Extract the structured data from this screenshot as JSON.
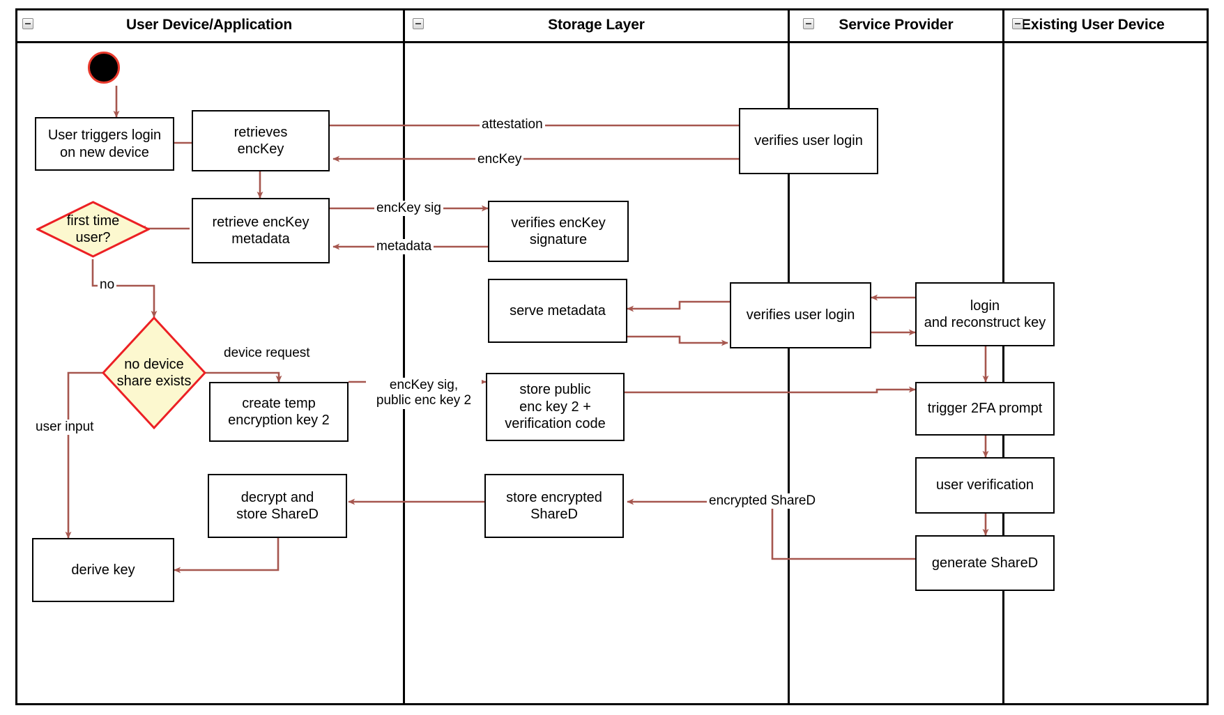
{
  "diagram": {
    "type": "uml-activity-swimlane",
    "accent_color": "#a6564e",
    "decision_fill": "#fcf8cf",
    "decision_stroke": "#ec2024",
    "node_stroke": "#000000",
    "background": "#ffffff"
  },
  "lanes": [
    {
      "id": "user-device",
      "title": "User Device/Application"
    },
    {
      "id": "storage-layer",
      "title": "Storage Layer"
    },
    {
      "id": "service-provider",
      "title": "Service Provider"
    },
    {
      "id": "existing-user-device",
      "title": "Existing User Device"
    }
  ],
  "nodes": {
    "start": {
      "label": "",
      "icon": "start-node"
    },
    "user_triggers_login": {
      "label": "User triggers login\non new device"
    },
    "retrieves_enckey": {
      "label": "retrieves\nencKey"
    },
    "retrieve_enckey_metadata": {
      "label": "retrieve encKey\nmetadata"
    },
    "first_time_user": {
      "label": "first time\nuser?"
    },
    "no_device_share_exists": {
      "label": "no device\nshare exists"
    },
    "create_temp_encryption_key_2": {
      "label": "create temp\nencryption key 2"
    },
    "decrypt_and_store_shared": {
      "label": "decrypt and\nstore ShareD"
    },
    "derive_key": {
      "label": "derive key"
    },
    "verifies_enckey_signature": {
      "label": "verifies encKey\nsignature"
    },
    "serve_metadata": {
      "label": "serve metadata"
    },
    "store_public_enc_key_2": {
      "label": "store public\nenc key 2 +\nverification code"
    },
    "store_encrypted_shared": {
      "label": "store encrypted\nShareD"
    },
    "verifies_user_login_top": {
      "label": "verifies user login"
    },
    "verifies_user_login_mid": {
      "label": "verifies user login"
    },
    "login_and_reconstruct_key": {
      "label": "login\nand reconstruct key"
    },
    "trigger_2fa_prompt": {
      "label": "trigger 2FA prompt"
    },
    "user_verification": {
      "label": "user verification"
    },
    "generate_shared": {
      "label": "generate ShareD"
    }
  },
  "edge_labels": {
    "attestation": "attestation",
    "enckey": "encKey",
    "enckey_sig": "encKey sig",
    "metadata": "metadata",
    "no": "no",
    "device_request": "device request",
    "user_input": "user input",
    "enckey_sig_public_enc_key_2": "encKey sig,\npublic enc key 2",
    "encrypted_shared": "encrypted ShareD"
  }
}
